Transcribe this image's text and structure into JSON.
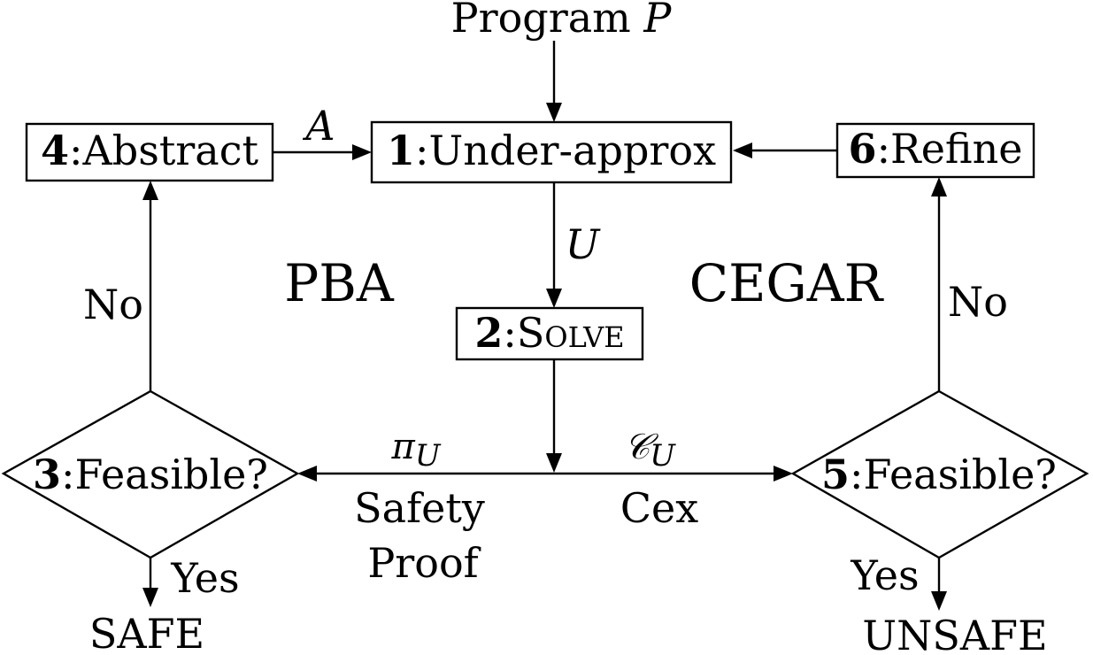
{
  "input": {
    "text": "Program",
    "var": "P"
  },
  "nodes": {
    "under_approx": {
      "num": "1",
      "label": ":Under-approx"
    },
    "solve": {
      "num": "2",
      "label": ":Solve"
    },
    "feasible_pba": {
      "num": "3",
      "label": ":Feasible?"
    },
    "abstract": {
      "num": "4",
      "label": ":Abstract"
    },
    "feasible_cegar": {
      "num": "5",
      "label": ":Feasible?"
    },
    "refine": {
      "num": "6",
      "label": ":Refine"
    }
  },
  "edges": {
    "abstract_to_under": "A",
    "under_to_solve": "U",
    "proof_symbol": "π",
    "proof_sub": "U",
    "cex_symbol": "𝒞",
    "cex_sub": "U",
    "proof_text_1": "Safety",
    "proof_text_2": "Proof",
    "cex_text": "Cex",
    "pba_no": "No",
    "pba_yes": "Yes",
    "cegar_no": "No",
    "cegar_yes": "Yes"
  },
  "regions": {
    "left": "PBA",
    "right": "CEGAR"
  },
  "outcomes": {
    "safe": "SAFE",
    "unsafe": "UNSAFE"
  }
}
